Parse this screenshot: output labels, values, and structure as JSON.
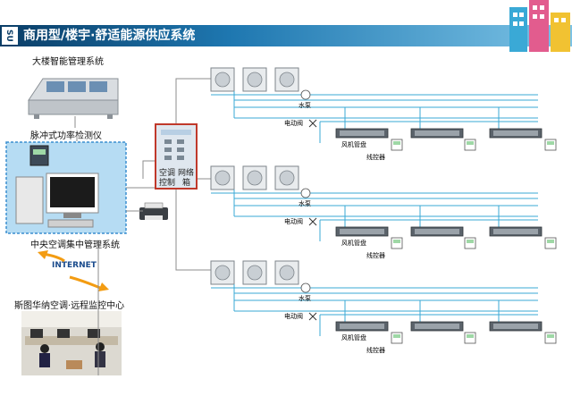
{
  "header": {
    "logo_text": "SU",
    "title": "商用型/楼宇·舒适能源供应系统"
  },
  "left_panel": {
    "building_mgmt_label": "大楼智能管理系统",
    "power_meter_label": "脉冲式功率检测仪",
    "central_mgmt_label": "中央空调集中管理系统",
    "internet_label": "INTERNET",
    "remote_center_label": "斯图华纳空调·远程监控中心"
  },
  "control_box": {
    "label_col1": "空调",
    "label_col1b": "控制",
    "label_col2": "网络",
    "label_col2b": "箱"
  },
  "groups": [
    {
      "pump_label": "水泵",
      "valve_label": "电动阀",
      "fancoil_label": "风机管盘",
      "controller_label": "线控器"
    },
    {
      "pump_label": "水泵",
      "valve_label": "电动阀",
      "fancoil_label": "风机管盘",
      "controller_label": "线控器"
    },
    {
      "pump_label": "水泵",
      "valve_label": "电动阀",
      "fancoil_label": "风机管盘",
      "controller_label": "线控器"
    }
  ],
  "colors": {
    "pipe": "#3aa9d6",
    "wire": "#8d8d8d",
    "panel_border": "#3b8fd0",
    "control_border": "#c0392b",
    "title_dark": "#0a3d66"
  }
}
